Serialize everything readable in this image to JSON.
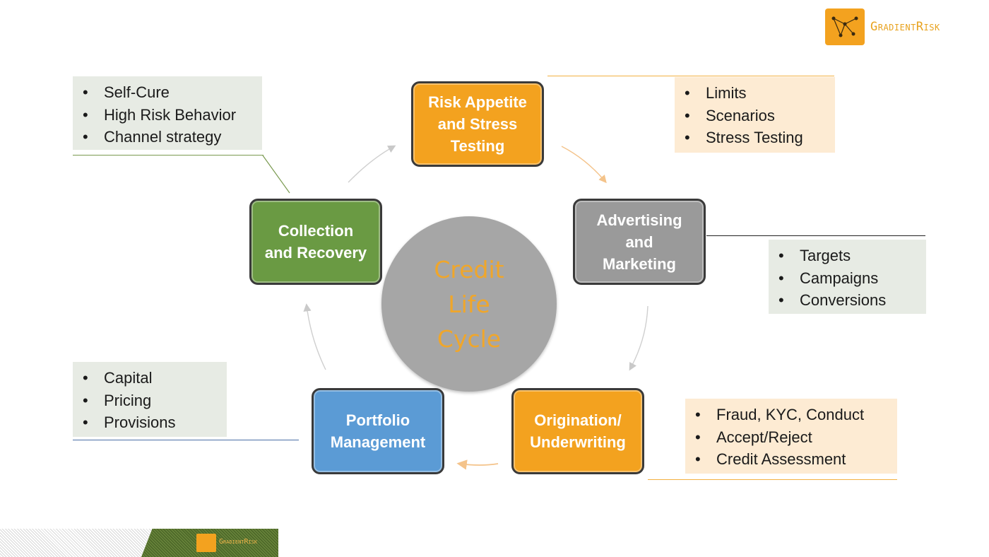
{
  "logo": {
    "name": "GradientRisk",
    "icon": "network-nodes-icon"
  },
  "center": {
    "label": "Credit\nLife\nCycle"
  },
  "stages": {
    "risk_appetite": {
      "label": "Risk Appetite\nand Stress\nTesting",
      "color": "#f3a21f"
    },
    "advertising": {
      "label": "Advertising\nand\nMarketing",
      "color": "#9a9a9a"
    },
    "origination": {
      "label": "Origination/\nUnderwriting",
      "color": "#f3a21f"
    },
    "portfolio": {
      "label": "Portfolio\nManagement",
      "color": "#5b9bd5"
    },
    "collection": {
      "label": "Collection\nand Recovery",
      "color": "#6a9a43"
    }
  },
  "callouts": {
    "collection": {
      "items": [
        "Self-Cure",
        "High Risk Behavior",
        "Channel strategy"
      ],
      "bg": "#e7ebe4",
      "line": "#7a9a50"
    },
    "risk_appetite": {
      "items": [
        "Limits",
        "Scenarios",
        "Stress Testing"
      ],
      "bg": "#fdebd3",
      "line": "#f3b041"
    },
    "advertising": {
      "items": [
        "Targets",
        "Campaigns",
        "Conversions"
      ],
      "bg": "#e7ebe4",
      "line": "#222222"
    },
    "origination": {
      "items": [
        "Fraud, KYC, Conduct",
        "Accept/Reject",
        "Credit Assessment"
      ],
      "bg": "#fdebd3",
      "line": "#f3b041"
    },
    "portfolio": {
      "items": [
        "Capital",
        "Pricing",
        "Provisions"
      ],
      "bg": "#e7ebe4",
      "line": "#4a6fa5"
    }
  },
  "bullet": "•",
  "footer": {
    "brand": "GradientRisk"
  }
}
